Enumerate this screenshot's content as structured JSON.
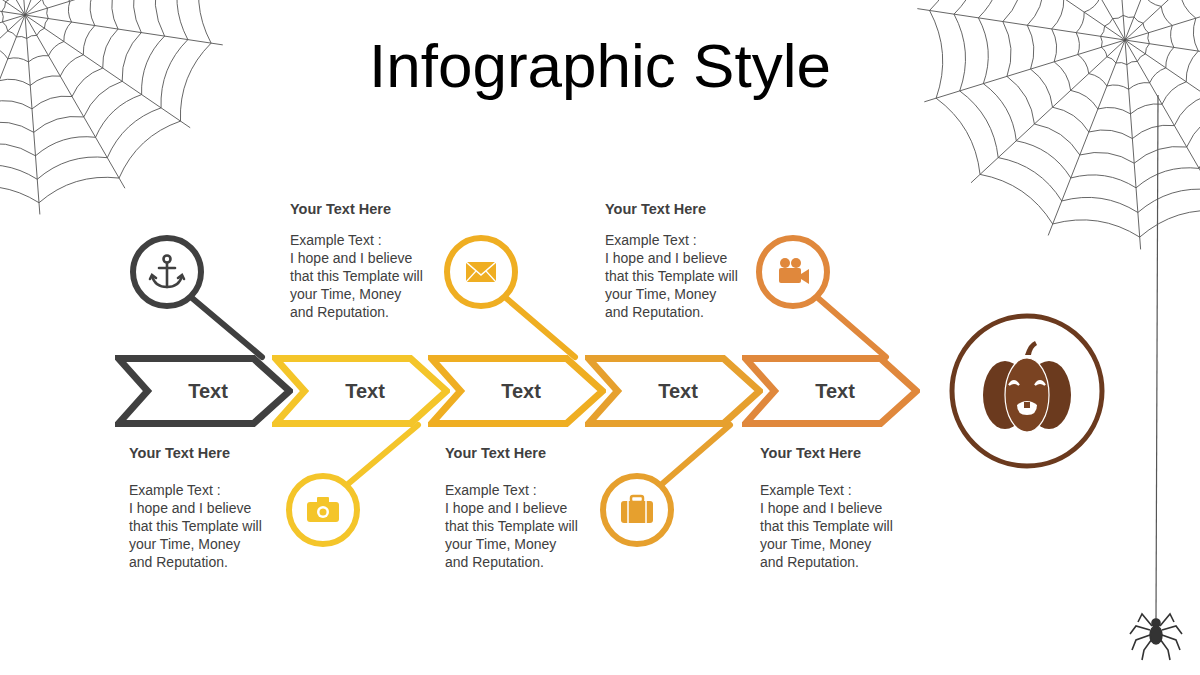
{
  "diagram": {
    "title": "Infographic Style",
    "nodes": [
      {
        "text": [
          "Text"
        ]
      },
      {
        "text": [
          "Text"
        ]
      },
      {
        "text": [
          "Text"
        ]
      },
      {
        "text": [
          "Text"
        ]
      },
      {
        "text": [
          "Text"
        ]
      }
    ],
    "labels": [
      "Your Text  Here",
      "Example Text :",
      "I hope and I believe that this Template will your Time, Money and Reputation.",
      "Your Text  Here",
      "Example Text :",
      "I hope and I believe that this Template will your Time, Money and Reputation.",
      "Your Text  Here",
      "Example Text :",
      "I hope and I believe that this Template will your Time, Money and Reputation.",
      "Your Text  Here",
      "Example Text :",
      "I hope and I believe that this Template will your Time, Money and Reputation.",
      "Your Text  Here",
      "Example Text :",
      "I hope and I believe that this Template will your Time, Money and Reputation."
    ]
  }
}
